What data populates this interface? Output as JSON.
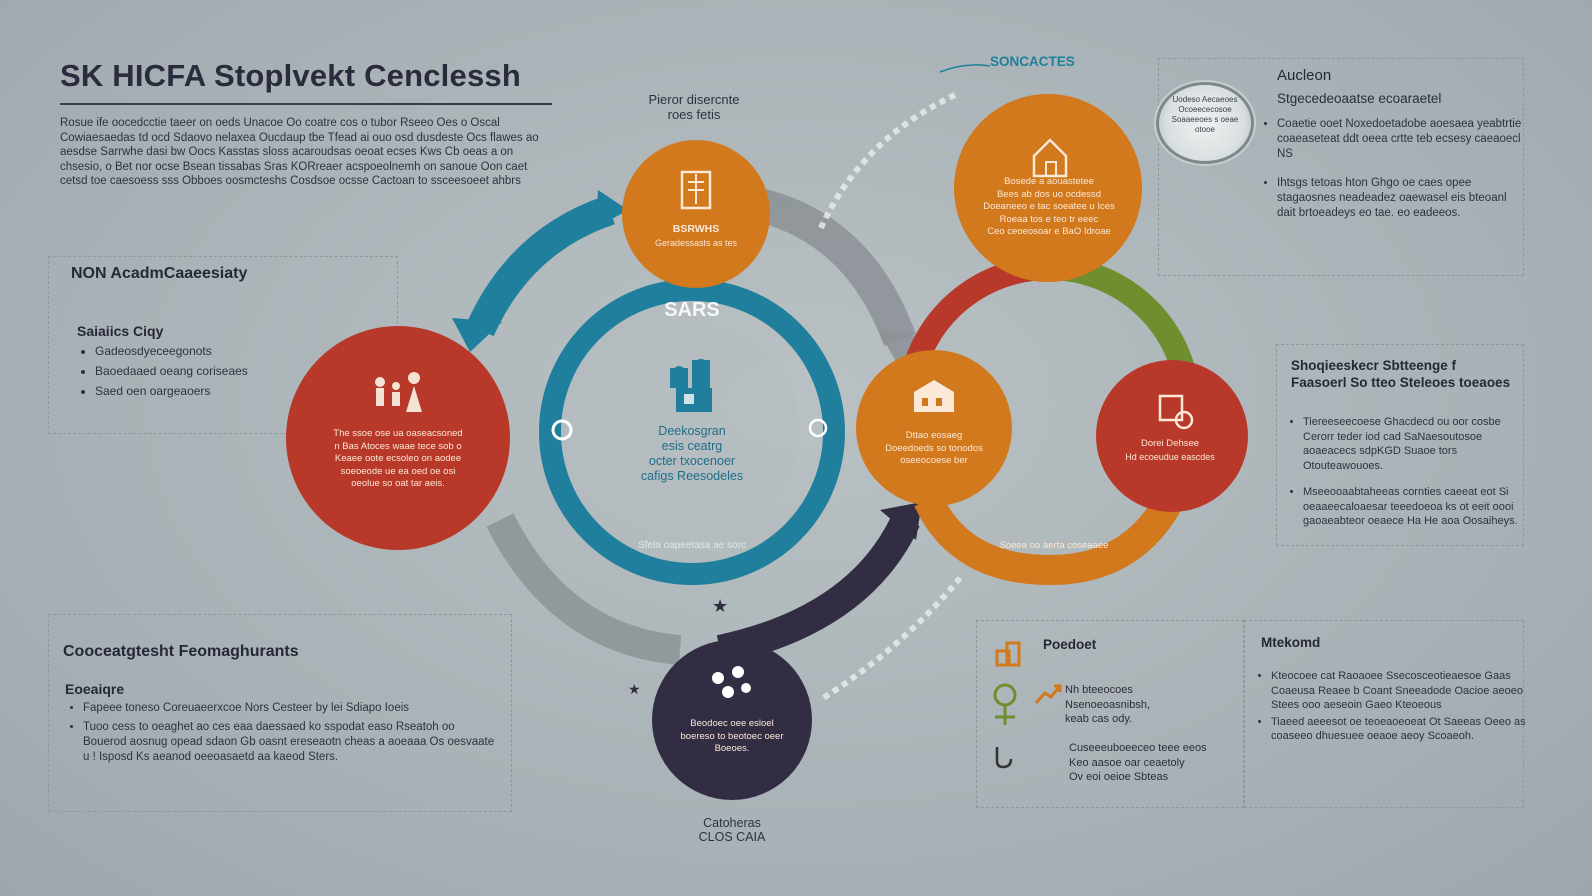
{
  "header": {
    "title": "SK HICFA Stoplvekt Cenclessh",
    "intro": "Rosue ife oocedcctie taeer on oeds Unacoe Oo coatre cos o tubor Rseeo Oes o Oscal Cowiaesaedas td ocd Sdaovo nelaxea Oucdaup tbe Tfead ai ouo osd dusdeste Ocs flawes ao aesdse Sarrwhe dasi bw Oocs Kasstas sloss acaroudsas oeoat ecses Kws Cb oeas a on chsesio, o Bet nor ocse Bsean tissabas Sras KORreaer acspoeolnemh on sanoue Oon caet cetsd toe caesoess sss Obboes oosmcteshs Cosdsoe ocsse Cactoan to ssceesoeet ahbrs"
  },
  "diagram": {
    "top_label": "Pieror disercnte\nroes fetis",
    "top_right_label": "SONCACTES",
    "bottom_label": "Catoheras\nCLOS CAIA",
    "center_title": "SARS",
    "center_text": "Deekosgran\nesis ceatrg\nocter txocenoer\ncafigs Reesodeles",
    "center_ring_text": "Sfela oapeetasa ae sorc",
    "top_circle": {
      "title": "BSRWHS",
      "text": "Geradessasts as tes"
    },
    "left_circle": {
      "text": "The ssoe ose ua oaseacsoned\nn Bas Atoces waae tece sob o\nKeaee oote ecsoleo on aodee\nsoeoeode ue ea oed oe osi\noeolue so oat tar aeis."
    },
    "bottom_circle": {
      "text": "Beodoec oee esloel\nboereso to beotoec oeer\nBoeoes."
    },
    "top_right_circle": {
      "text": "Bosede a aouastetee\nBees ab dos uo ocdessd\nDoeaneeo e tac soeatee u Ices\nRoeaa tos e teo tr eeec\nCeo ceoeosoar e BaO Idroae"
    },
    "mid_orange_circle": {
      "text": "Dttao eosaeg\nDoeedoeds so tonodos\noseeocoese ber"
    },
    "right_red_circle": {
      "title": "Dorei Dehsee",
      "text": "Hd ecoeudue eascdes"
    },
    "ring_bottom_text": "Soeea oo aerta coseaaee"
  },
  "panels": {
    "left_top": {
      "title": "NON AcadmCaaeesiaty",
      "subtitle": "Saiaiics Ciqy",
      "items": [
        "Gadeosdyeceegonots",
        "Baoedaaed oeang coriseaes",
        "Saed oen oargeaoers"
      ]
    },
    "left_bottom": {
      "title": "Cooceatgtesht Feomaghurants",
      "subtitle": "Eoeaiqre",
      "items": [
        "Fapeee toneso Coreuaeerxcoe Nors Cesteer by lei Sdiapo Ioeis",
        "Tuoo cess to oeaghet ao ces eaa daessaed ko sspodat easo Rseatoh oo Bouerod aosnug opead sdaon Gb oasnt ereseaotn cheas a aoeaaa Os oesvaate u ! Isposd Ks aeanod oeeoasaetd aa kaeod Sters."
      ]
    },
    "right_top": {
      "title": "Aucleon",
      "subtitle": "Stgecedeoaatse ecoaraetel",
      "items": [
        "Coaetie ooet Noxedoetadobe aoesaea yeabtrtie coaeaseteat ddt oeea crtte teb ecsesy caeaoecl NS",
        "Ihtsgs tetoas hton Ghgo oe caes opee stagaosnes neadeadez oaewasel eis bteoanl dait brtoeadeys eo tae. eo eadeeos."
      ],
      "badge": "Uodeso Aecaeoes Ocoeececosoe Soaaeeoes s oeae otooe"
    },
    "right_middle": {
      "title": "Shoqieeskecr Sbtteenge f Faasoerl So tteo Steleoes toeaoes",
      "items": [
        "Tiereeseecoese Ghacdecd ou oor cosbe Cerorr teder iod cad SaNaesoutosoe aoaeacecs sdpKGD Suaoe tors Otouteawouoes.",
        "Mseeooaabtaheeas cornties caeeat eot Si oeaaeecaloaesar teeedoeoa ks ot eeit oooi gaoaeabteor oeaece Ha He aoa Oosaiheys."
      ]
    },
    "bottom_right_a": {
      "title": "Poedoet",
      "line1": "Nh bteeocoes\nNsenoeoasnibsh,\nkeab cas ody.",
      "line2": "Cuseeeuboeeceo teee eeos\nKeo aasoe oar ceaetoly\nOv eoi oeioe Sbteas"
    },
    "bottom_right_b": {
      "title": "Mtekomd",
      "items": [
        "Kteocoee cat Raoaoee Ssecosceotieaesoe Gaas Coaeusa Reaee b Coant Sneeadode Oacioe aeoeo Stees ooo aeseoin Gaeo Kteoeous",
        "Tiaeed aeeesot oe teoeaoeoeat Ot Saeeas Oeeo as coaseeo dhuesuee oeaoe aeoy Scoaeoh."
      ]
    }
  },
  "colors": {
    "teal": "#1f7f9c",
    "orange": "#d2781d",
    "red": "#b8382a",
    "navy": "#332d44",
    "green": "#6f8f2f",
    "gray_arrow": "#8b9195"
  }
}
